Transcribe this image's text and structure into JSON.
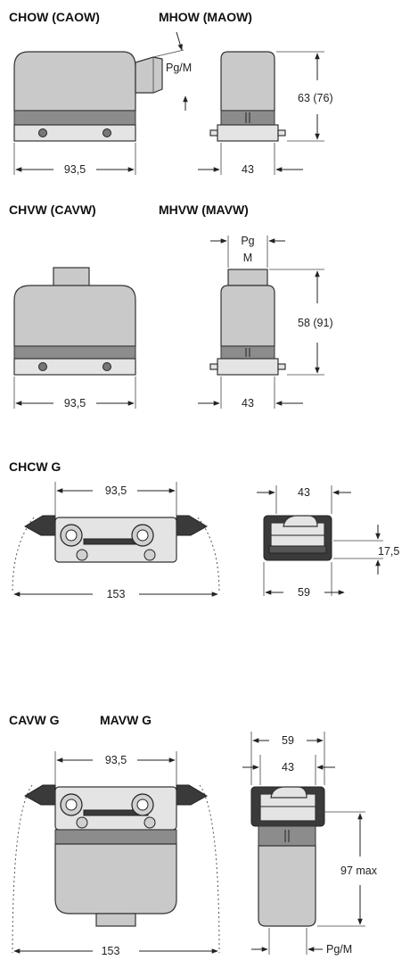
{
  "sections": {
    "s1": {
      "title_a": "CHOW (CAOW)",
      "title_b": "MHOW (MAOW)",
      "width_label": "93,5",
      "depth_label": "43",
      "height_label": "63 (76)",
      "thread_label": "Pg/M"
    },
    "s2": {
      "title_a": "CHVW (CAVW)",
      "title_b": "MHVW (MAVW)",
      "width_label": "93,5",
      "depth_label": "43",
      "height_label": "58 (91)",
      "thread_label_top": "Pg",
      "thread_label_bottom": "M"
    },
    "s3": {
      "title": "CHCW G",
      "inner_width_label": "93,5",
      "overall_width_label": "153",
      "depth_top_label": "43",
      "depth_bottom_label": "59",
      "height_label": "17,5"
    },
    "s4": {
      "title_a": "CAVW G",
      "title_b": "MAVW G",
      "inner_width_label": "93,5",
      "overall_width_label": "153",
      "depth_outer_label": "59",
      "depth_inner_label": "43",
      "height_label": "97 max",
      "thread_label": "Pg/M"
    }
  }
}
